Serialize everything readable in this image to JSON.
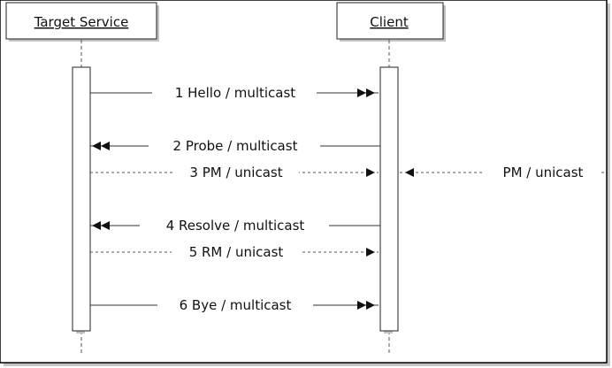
{
  "participants": {
    "target": "Target Service",
    "client": "Client"
  },
  "messages": [
    {
      "label": "1 Hello / multicast",
      "from": "target",
      "to": "client",
      "style": "solid",
      "arrow": "double"
    },
    {
      "label": "2 Probe / multicast",
      "from": "client",
      "to": "target",
      "style": "solid",
      "arrow": "double"
    },
    {
      "label": "3 PM / unicast",
      "from": "target",
      "to": "client",
      "style": "dashed",
      "arrow": "single"
    },
    {
      "label": "PM / unicast",
      "from": "external",
      "to": "client",
      "style": "dashed",
      "arrow": "single"
    },
    {
      "label": "4 Resolve / multicast",
      "from": "client",
      "to": "target",
      "style": "solid",
      "arrow": "double"
    },
    {
      "label": "5 RM / unicast",
      "from": "target",
      "to": "client",
      "style": "dashed",
      "arrow": "single"
    },
    {
      "label": "6 Bye / multicast",
      "from": "target",
      "to": "client",
      "style": "solid",
      "arrow": "double"
    }
  ],
  "colors": {
    "line": "#333333",
    "frame": "#000000",
    "shadow": "#b8b8b8"
  }
}
